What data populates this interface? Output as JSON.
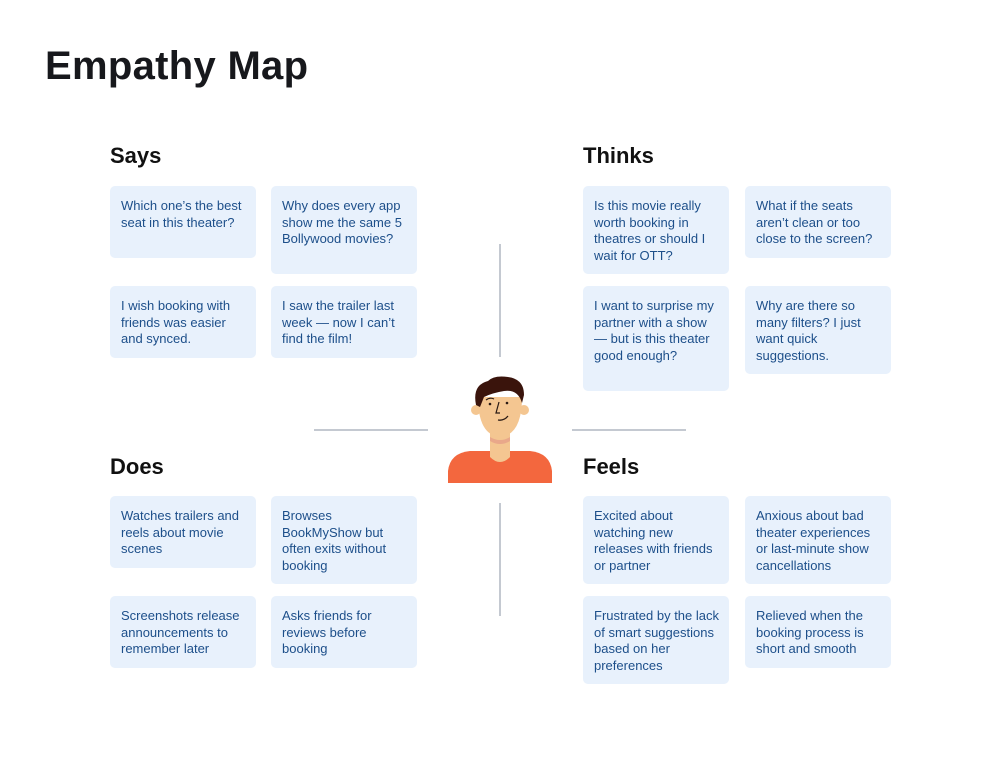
{
  "title": "Empathy Map",
  "colors": {
    "card_bg": "#e8f1fc",
    "card_text": "#1d4f8a",
    "divider": "#c4c9d1",
    "avatar_shirt": "#f3673e",
    "avatar_hair": "#3a140c",
    "avatar_skin": "#f4c691"
  },
  "quadrants": {
    "says": {
      "heading": "Says",
      "cards": [
        "Which one’s the best seat in this theater?",
        "Why does every app show me the same 5 Bollywood movies?",
        "I wish booking with friends was easier and synced.",
        "I saw the trailer last week — now I can’t find the film!"
      ]
    },
    "thinks": {
      "heading": "Thinks",
      "cards": [
        "Is this movie really worth booking in theatres or should I wait for OTT?",
        "What if the seats aren’t clean or too close to the screen?",
        "I want to surprise my partner with a show — but is this theater good enough?",
        "Why are there so many filters? I just want quick suggestions."
      ]
    },
    "does": {
      "heading": "Does",
      "cards": [
        "Watches trailers and reels about movie scenes",
        "Browses BookMyShow but often exits without booking",
        "Screenshots release announcements to remember later",
        "Asks friends for reviews before booking"
      ]
    },
    "feels": {
      "heading": "Feels",
      "cards": [
        "Excited about watching new releases with friends or partner",
        "Anxious about bad theater experiences or last-minute show cancellations",
        "Frustrated by the lack of smart suggestions based on her preferences",
        "Relieved when the booking process is short and smooth"
      ]
    }
  },
  "center": {
    "icon": "user-avatar-illustration"
  }
}
